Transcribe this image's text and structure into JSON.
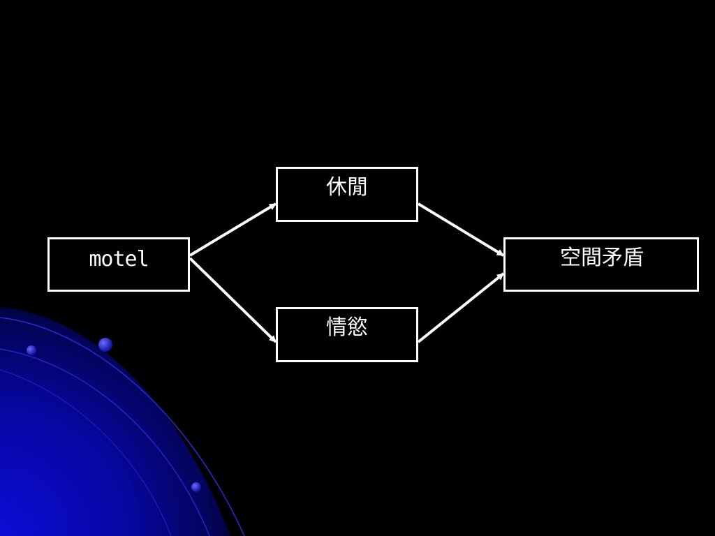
{
  "diagram": {
    "nodes": {
      "motel": "motel",
      "leisure": "休閒",
      "desire": "情慾",
      "contradiction": "空間矛盾"
    },
    "edges": [
      {
        "from": "motel",
        "to": "leisure"
      },
      {
        "from": "motel",
        "to": "desire"
      },
      {
        "from": "leisure",
        "to": "contradiction"
      },
      {
        "from": "desire",
        "to": "contradiction"
      }
    ]
  },
  "theme": {
    "background": "#000000",
    "foreground": "#ffffff",
    "accent": "#1a1aff"
  }
}
